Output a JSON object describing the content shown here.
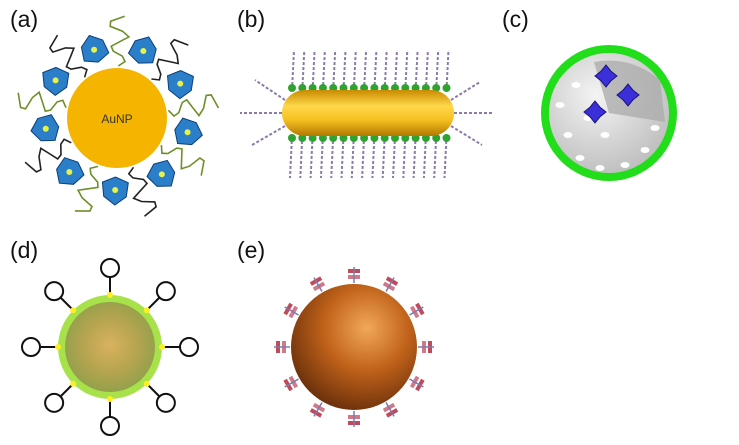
{
  "panels": [
    {
      "label": "(a)",
      "core_text": "AuNP"
    },
    {
      "label": "(b)"
    },
    {
      "label": "(c)"
    },
    {
      "label": "(d)"
    },
    {
      "label": "(e)"
    }
  ],
  "colors": {
    "gold_core": "#f5b400",
    "polyhedron": "#2a7fc8",
    "nanorod": "#f0b21a",
    "ligand_green": "#2fa32f",
    "shell_green": "#22dd1a",
    "sphere_grey": "#d9d9d9",
    "cluster_purple": "#3a2fd8",
    "core_d": "#b0a04a",
    "ring_d": "#a8e24a",
    "core_e": "#b85a14",
    "ligand_e": "#c04a5a"
  }
}
